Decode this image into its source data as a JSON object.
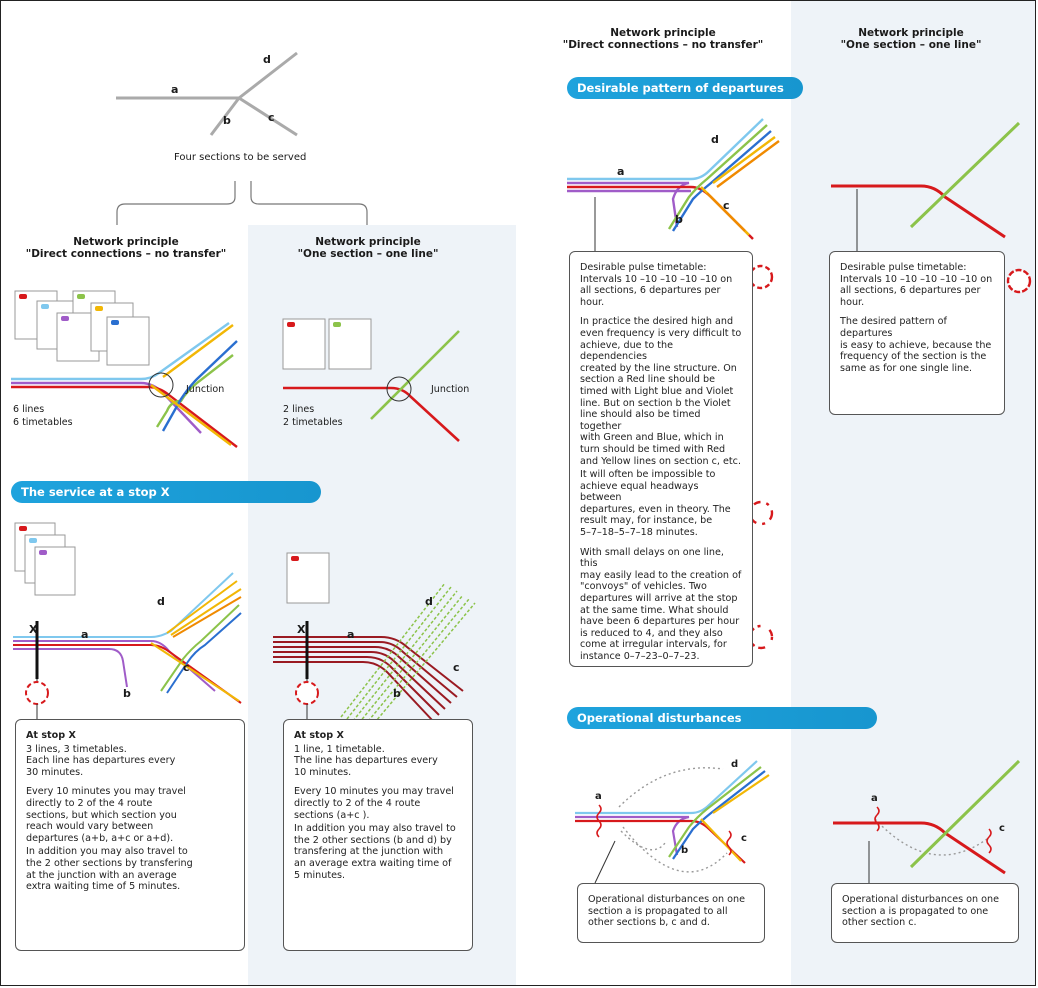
{
  "top": {
    "letters": {
      "a": "a",
      "b": "b",
      "c": "c",
      "d": "d"
    },
    "caption": "Four sections to be served"
  },
  "left": {
    "col1_header": "Network principle\n\"Direct connections – no transfer\"",
    "col2_header": "Network principle\n\"One section – one line\"",
    "col1_lines": "6 lines\n6 timetables",
    "col2_lines": "2 lines\n2 timetables",
    "junction": "Junction",
    "service_pill": "The service at a stop X",
    "stop_x": "X",
    "box1": {
      "title": "At stop X",
      "p1": "3 lines, 3 timetables.\nEach line has departures every\n30 minutes.",
      "p2": "Every 10 minutes you may travel\ndirectly to 2 of the 4 route\nsections, but which section you\nreach would vary between\ndepartures (a+b, a+c or a+d).",
      "p3": "In addition you may also travel to\nthe 2 other sections by transfering\nat the junction with an average\nextra waiting time of 5 minutes."
    },
    "box2": {
      "title": "At stop X",
      "p1": "1 line, 1 timetable.\nThe line has departures every\n10 minutes.",
      "p2": "Every 10 minutes you may travel\ndirectly to 2 of the 4 route\nsections (a+c ).",
      "p3": "In addition you may also travel to\nthe 2 other sections (b and d) by\ntransfering at the junction with\nan average extra waiting time of\n5 minutes."
    }
  },
  "right": {
    "col1_header": "Network principle\n\"Direct connections – no transfer\"",
    "col2_header": "Network principle\n\"One section – one line\"",
    "pattern_pill": "Desirable pattern of departures",
    "box3": {
      "p1": "Desirable pulse timetable:\nIntervals 10 –10 –10 –10 –10 on\nall sections, 6 departures per hour.",
      "p2": "In practice the desired high and\neven frequency is very difficult to\nachieve, due to the dependencies\ncreated by the line structure. On\nsection a Red line should be\ntimed with Light blue and Violet\nline. But on section b the Violet\nline should also be timed together\nwith Green and Blue, which in\nturn should be timed with Red\nand Yellow lines on section c, etc.",
      "p3": "It will often be impossible to\nachieve equal headways between\ndepartures, even in theory. The\nresult may, for instance, be\n5–7–18–5–7–18 minutes.",
      "p4": "With small delays on one line, this\nmay easily lead to the creation of\n\"convoys\" of vehicles. Two\ndepartures will arrive at the stop\nat the same time. What should\nhave been 6 departures per hour\nis reduced to 4, and they also\ncome at irregular intervals, for\ninstance 0–7–23–0–7–23."
    },
    "box4": {
      "p1": "Desirable pulse timetable:\nIntervals 10 –10 –10 –10 –10 on\nall sections, 6 departures per\nhour.",
      "p2": "The desired pattern of departures\nis easy to achieve, because the\nfrequency of the section is the\nsame as for one single line."
    },
    "disturb_pill": "Operational disturbances",
    "box5": "Operational disturbances on one\nsection a is propagated to all\nother sections b, c and d.",
    "box6": "Operational disturbances on one\nsection a is propagated to one\nother section c."
  },
  "colors": {
    "red": "#d7191c",
    "yellow": "#f2b705",
    "orange": "#f08a00",
    "violet": "#a05cc8",
    "lightblue": "#7fc8ee",
    "blue": "#2a6fd0",
    "green": "#8cc34a",
    "pill": "#1fa3dd",
    "shade": "#eef3f8"
  }
}
